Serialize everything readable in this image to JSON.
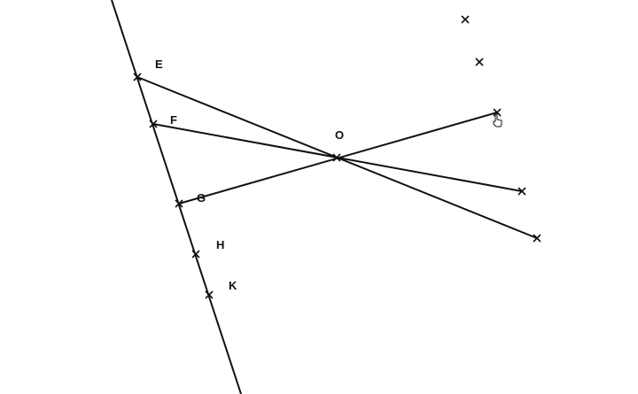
{
  "canvas": {
    "background": "#ffffff",
    "stroke_color": "#111111"
  },
  "points": [
    {
      "id": "E",
      "label": "E"
    },
    {
      "id": "F",
      "label": "F"
    },
    {
      "id": "G",
      "label": "G"
    },
    {
      "id": "H",
      "label": "H"
    },
    {
      "id": "K",
      "label": "K"
    },
    {
      "id": "O",
      "label": "O"
    },
    {
      "id": "P1",
      "label": ""
    },
    {
      "id": "P2",
      "label": ""
    },
    {
      "id": "P3",
      "label": ""
    },
    {
      "id": "P4",
      "label": ""
    },
    {
      "id": "P5",
      "label": ""
    }
  ],
  "cursor": {
    "icon": "hand-pointer-icon"
  }
}
